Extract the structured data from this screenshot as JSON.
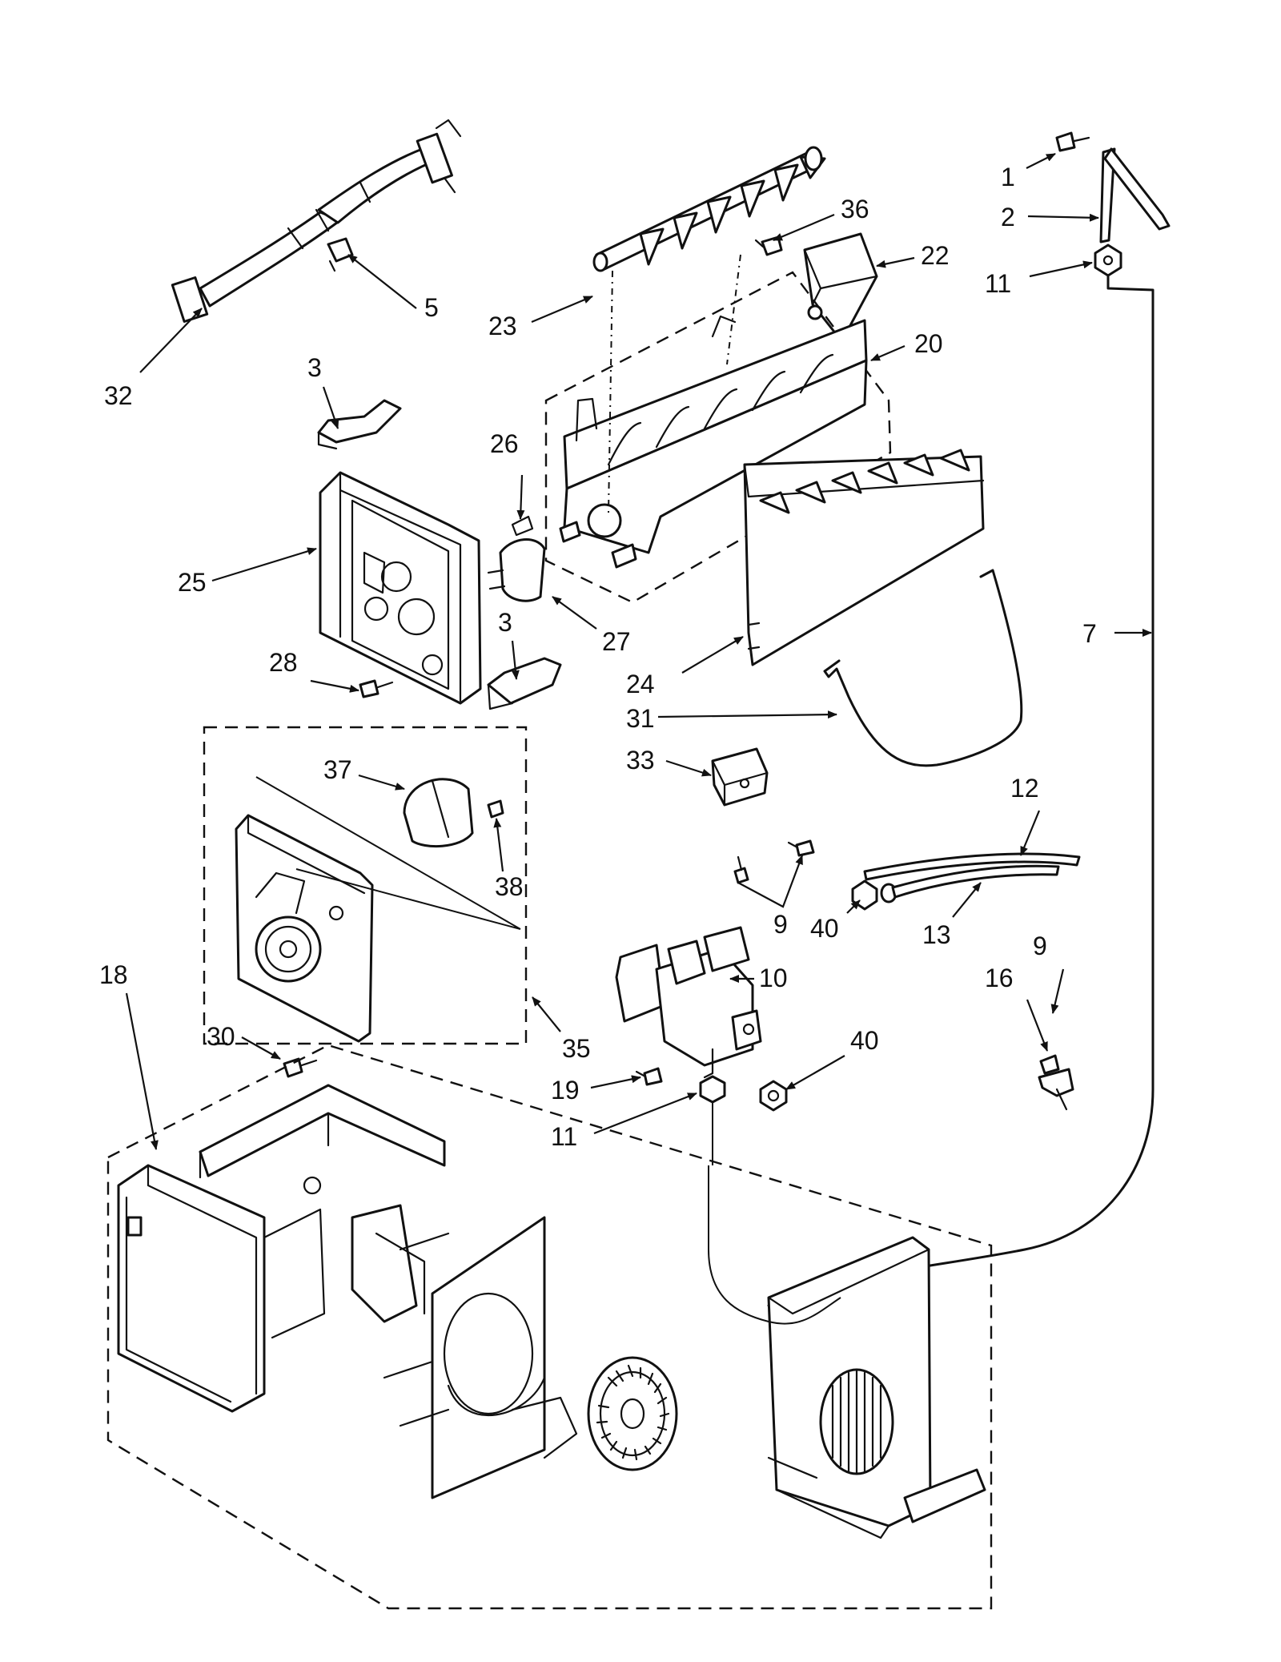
{
  "callouts": [
    {
      "id": "c1",
      "label": "1"
    },
    {
      "id": "c2",
      "label": "2"
    },
    {
      "id": "c3a",
      "label": "3"
    },
    {
      "id": "c3b",
      "label": "3"
    },
    {
      "id": "c5",
      "label": "5"
    },
    {
      "id": "c7",
      "label": "7"
    },
    {
      "id": "c9a",
      "label": "9"
    },
    {
      "id": "c9b",
      "label": "9"
    },
    {
      "id": "c10",
      "label": "10"
    },
    {
      "id": "c11a",
      "label": "11"
    },
    {
      "id": "c11b",
      "label": "11"
    },
    {
      "id": "c12",
      "label": "12"
    },
    {
      "id": "c13",
      "label": "13"
    },
    {
      "id": "c16",
      "label": "16"
    },
    {
      "id": "c18",
      "label": "18"
    },
    {
      "id": "c19",
      "label": "19"
    },
    {
      "id": "c20",
      "label": "20"
    },
    {
      "id": "c22",
      "label": "22"
    },
    {
      "id": "c23",
      "label": "23"
    },
    {
      "id": "c24",
      "label": "24"
    },
    {
      "id": "c25",
      "label": "25"
    },
    {
      "id": "c26",
      "label": "26"
    },
    {
      "id": "c27",
      "label": "27"
    },
    {
      "id": "c28",
      "label": "28"
    },
    {
      "id": "c30",
      "label": "30"
    },
    {
      "id": "c31",
      "label": "31"
    },
    {
      "id": "c32",
      "label": "32"
    },
    {
      "id": "c33",
      "label": "33"
    },
    {
      "id": "c35",
      "label": "35"
    },
    {
      "id": "c36",
      "label": "36"
    },
    {
      "id": "c37",
      "label": "37"
    },
    {
      "id": "c38",
      "label": "38"
    },
    {
      "id": "c40a",
      "label": "40"
    },
    {
      "id": "c40b",
      "label": "40"
    }
  ]
}
